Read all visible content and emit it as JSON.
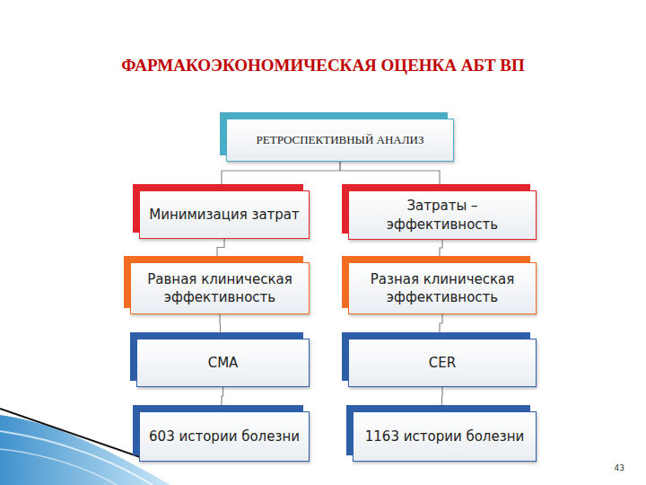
{
  "diagram": {
    "title": "ФАРМАКОЭКОНОМИЧЕСКАЯ ОЦЕНКА АБТ ВП",
    "nodes": [
      {
        "text": [
          "РЕТРОСПЕКТИВНЫЙ АНАЛИЗ"
        ]
      },
      {
        "text": [
          "Минимизация затрат"
        ]
      },
      {
        "text": [
          "Затраты – эффективность"
        ]
      },
      {
        "text": [
          "Равная клиническая эффективность"
        ]
      },
      {
        "text": [
          "Разная клиническая эффективность"
        ]
      },
      {
        "text": [
          "CMA"
        ]
      },
      {
        "text": [
          "CER"
        ]
      },
      {
        "text": [
          "603 истории болезни"
        ]
      },
      {
        "text": [
          "1163 истории болезни"
        ]
      }
    ],
    "edges": [
      {
        "from": 0,
        "to": 1,
        "arrow": "none"
      },
      {
        "from": 0,
        "to": 2,
        "arrow": "none"
      },
      {
        "from": 1,
        "to": 3,
        "arrow": "none"
      },
      {
        "from": 3,
        "to": 5,
        "arrow": "none"
      },
      {
        "from": 5,
        "to": 7,
        "arrow": "none"
      },
      {
        "from": 2,
        "to": 4,
        "arrow": "none"
      },
      {
        "from": 4,
        "to": 6,
        "arrow": "none"
      },
      {
        "from": 6,
        "to": 8,
        "arrow": "none"
      }
    ],
    "labels": [
      "43"
    ]
  }
}
